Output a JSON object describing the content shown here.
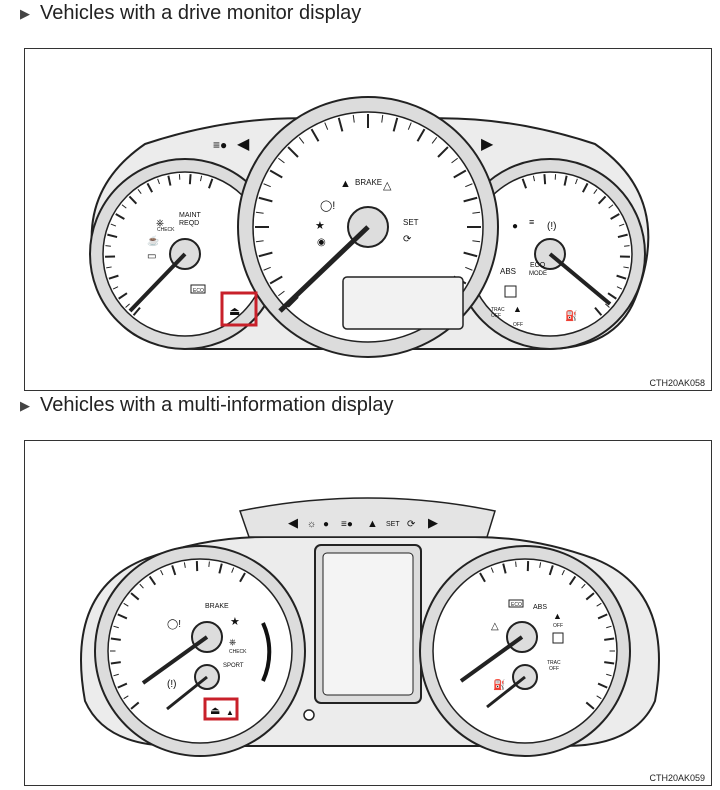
{
  "headings": {
    "drive_monitor": "Vehicles with a drive monitor display",
    "multi_info": "Vehicles with a multi-information display"
  },
  "figure1": {
    "id": "CTH20AK058",
    "labels": {
      "maint": "MAINT",
      "reqd": "REQD",
      "check": "CHECK",
      "brake": "BRAKE",
      "set": "SET",
      "abs": "ABS",
      "eco": "ECO",
      "mode": "MODE",
      "trac": "TRAC",
      "off": "OFF",
      "eco_badge": "ECO"
    }
  },
  "figure2": {
    "id": "CTH20AK059",
    "labels": {
      "set": "SET",
      "brake": "BRAKE",
      "check": "CHECK",
      "sport": "SPORT",
      "abs": "ABS",
      "eco_badge": "ECO",
      "off": "OFF",
      "trac": "TRAC",
      "trac_off": "OFF"
    }
  },
  "colors": {
    "highlight": "#c8202a",
    "cluster_fill": "#ececec",
    "gauge_fill": "#ffffff",
    "line": "#222222"
  }
}
